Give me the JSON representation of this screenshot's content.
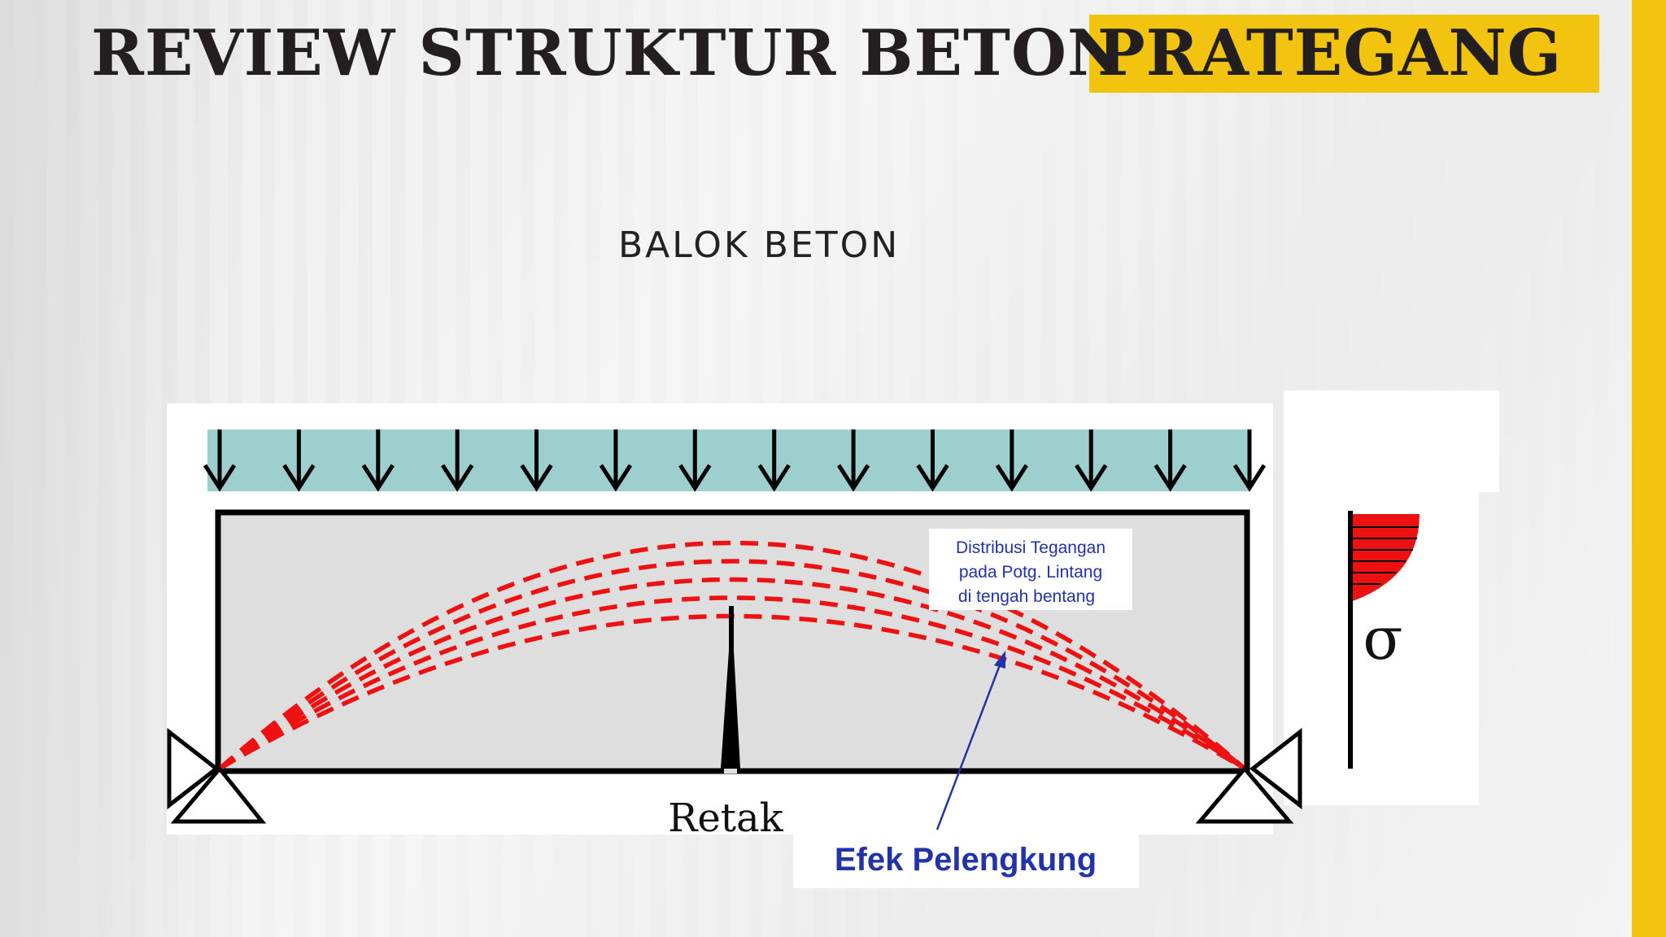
{
  "header": {
    "title_part1": "REVIEW STRUKTUR BETON",
    "title_part2": "PRATEGANG"
  },
  "section": {
    "subtitle": "BALOK BETON"
  },
  "diagram": {
    "stress_note_line1": "Distribusi Tegangan",
    "stress_note_line2": "pada Potg. Lintang",
    "stress_note_line3": "di tengah bentang",
    "crack_label": "Retak",
    "arch_label": "Efek Pelengkung",
    "sigma_symbol": "σ",
    "load_arrow_count": 14
  },
  "colors": {
    "accent": "#f2c30f",
    "load_band": "#9ecfcf",
    "beam_fill": "#dedede",
    "arch_dashes": "#ee1111",
    "label_blue": "#2233aa"
  }
}
